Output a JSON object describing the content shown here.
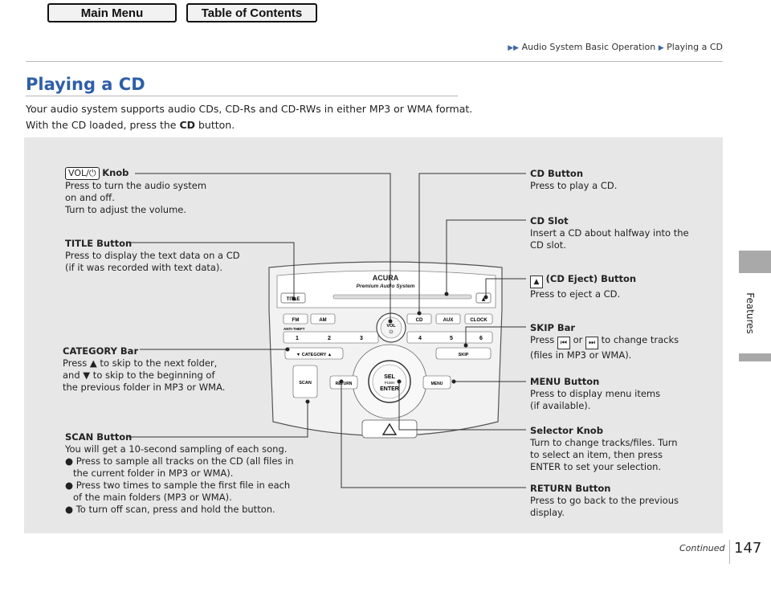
{
  "nav": {
    "main_menu": "Main Menu",
    "toc": "Table of Contents"
  },
  "breadcrumb": {
    "item1": "Audio System Basic Operation",
    "item2": "Playing a CD"
  },
  "page": {
    "title": "Playing a CD",
    "intro_before": "Your audio system supports audio CDs, CD-Rs and CD-RWs in either MP3 or WMA format. With the CD loaded, press the ",
    "intro_bold": "CD",
    "intro_after": " button.",
    "section_tab": "Features",
    "page_number": "147",
    "continued": "Continued"
  },
  "radio": {
    "brand": "ACURA",
    "subtitle": "Premium Audio System",
    "title_btn": "TITLE",
    "eject": "▲",
    "fm": "FM",
    "am": "AM",
    "cd": "CD",
    "aux": "AUX",
    "clock": "CLOCK",
    "antitheft": "ANTI-THEFT",
    "presets": [
      "1",
      "2",
      "3",
      "4",
      "5",
      "6"
    ],
    "vol": "VOL",
    "category": "▼ CATEGORY ▲",
    "skip": "SKIP",
    "scan": "SCAN",
    "return": "RETURN",
    "sel": "SEL",
    "push": "PUSH",
    "enter": "ENTER",
    "menu": "MENU"
  },
  "callouts": {
    "vol": {
      "pill": "VOL/⏻",
      "title": "Knob",
      "lines": [
        "Press to turn the audio system",
        "on and off.",
        "Turn to adjust the volume."
      ]
    },
    "title_btn": {
      "title": "TITLE Button",
      "lines": [
        "Press to display the text data on a CD",
        "(if it was recorded with text data)."
      ]
    },
    "category": {
      "title": "CATEGORY Bar",
      "l1a": "Press ",
      "l1b": " to skip to the next folder,",
      "l2a": "and ",
      "l2b": " to skip to the beginning of",
      "l3": "the previous folder in MP3 or WMA."
    },
    "scan": {
      "title": "SCAN Button",
      "lines": [
        "You will get a 10-second sampling of each song."
      ],
      "bullets": [
        "Press to sample all tracks on the CD (all files in the current folder in MP3 or WMA).",
        "Press two times to sample the first file in each of the main folders (MP3 or WMA).",
        "To turn off scan, press and hold the button."
      ]
    },
    "cd_button": {
      "title": "CD Button",
      "lines": [
        "Press to play a CD."
      ]
    },
    "cd_slot": {
      "title": "CD Slot",
      "lines": [
        "Insert a CD about halfway into the",
        "CD slot."
      ]
    },
    "eject": {
      "title": "(CD Eject) Button",
      "lines": [
        "Press to eject a CD."
      ]
    },
    "skip": {
      "title": "SKIP Bar",
      "l1a": "Press ",
      "l1b": " or ",
      "l1c": " to change tracks",
      "l2": "(files in MP3 or WMA)."
    },
    "menu": {
      "title": "MENU Button",
      "lines": [
        "Press to display menu items",
        "(if available)."
      ]
    },
    "selector": {
      "title": "Selector Knob",
      "lines": [
        "Turn to change tracks/files. Turn",
        "to select an item, then press",
        "ENTER to set your selection."
      ]
    },
    "return": {
      "title": "RETURN Button",
      "lines": [
        "Press to go back to the previous",
        "display."
      ]
    }
  },
  "colors": {
    "accent": "#2e5fa7",
    "panel": "#e7e7e7",
    "tab": "#a9a9a9"
  }
}
